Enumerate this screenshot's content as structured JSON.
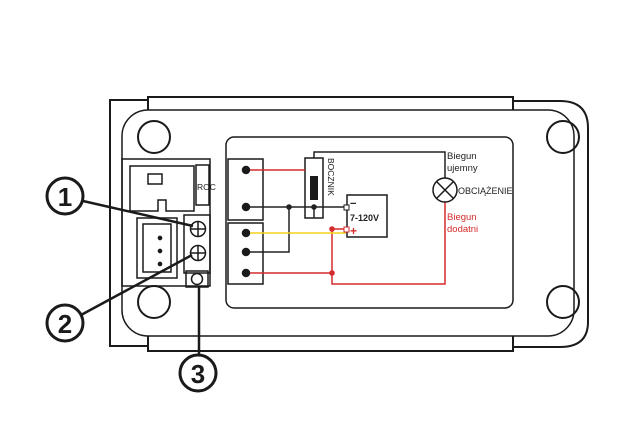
{
  "callouts": [
    "1",
    "2",
    "3"
  ],
  "labels": {
    "side_connector": "ROC",
    "shunt": "BOCZNIK",
    "load": "OBCIĄŻENIE",
    "negative_pole_line1": "Biegun",
    "negative_pole_line2": "ujemny",
    "positive_pole_line1": "Biegun",
    "positive_pole_line2": "dodatni",
    "supply_voltage": "7-120V",
    "minus_sign": "−",
    "plus_sign": "+"
  },
  "colors": {
    "outline": "#1a1a1a",
    "wire_black": "#222222",
    "wire_red": "#d42b2b",
    "wire_yellow": "#f2d21b",
    "label_red": "#d42b2b",
    "label_black": "#222222"
  },
  "icons": {
    "load": "lamp-cross-icon",
    "terminal_screw": "screw-icon",
    "mounting_hole": "mounting-hole-icon"
  }
}
